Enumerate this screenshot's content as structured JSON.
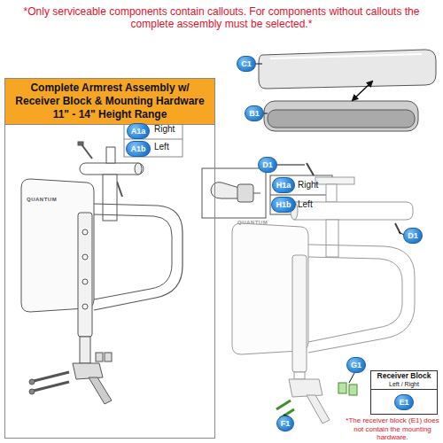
{
  "diagram": {
    "nodes": [
      {
        "text": [
          "Complete Armrest Assembly w/ Receiver Block & Mounting Hardware 11\" - 14\" Height Range"
        ]
      },
      {
        "text": [
          "A1a"
        ],
        "in": 0
      },
      {
        "text": [
          "A1b"
        ],
        "in": 0
      },
      {
        "text": [
          "C1"
        ]
      },
      {
        "text": [
          "B1"
        ]
      },
      {
        "text": [
          "D1"
        ]
      },
      {
        "text": [
          "H1a"
        ]
      },
      {
        "text": [
          "H1b"
        ]
      },
      {
        "text": [
          "D1"
        ]
      },
      {
        "text": [
          "G1"
        ]
      },
      {
        "text": [
          "Receiver Block",
          "Left / Right"
        ]
      },
      {
        "text": [
          "E1"
        ],
        "in": 10
      },
      {
        "text": [
          "F1"
        ]
      }
    ],
    "labels": [
      "*Only serviceable components contain callouts. For components without callouts the complete assembly must be selected.*",
      "Right",
      "Left",
      "Right",
      "Left",
      "*The receiver block (E1) does not contain the mounting hardware.",
      "QUANTUM",
      "QUANTUM"
    ]
  }
}
